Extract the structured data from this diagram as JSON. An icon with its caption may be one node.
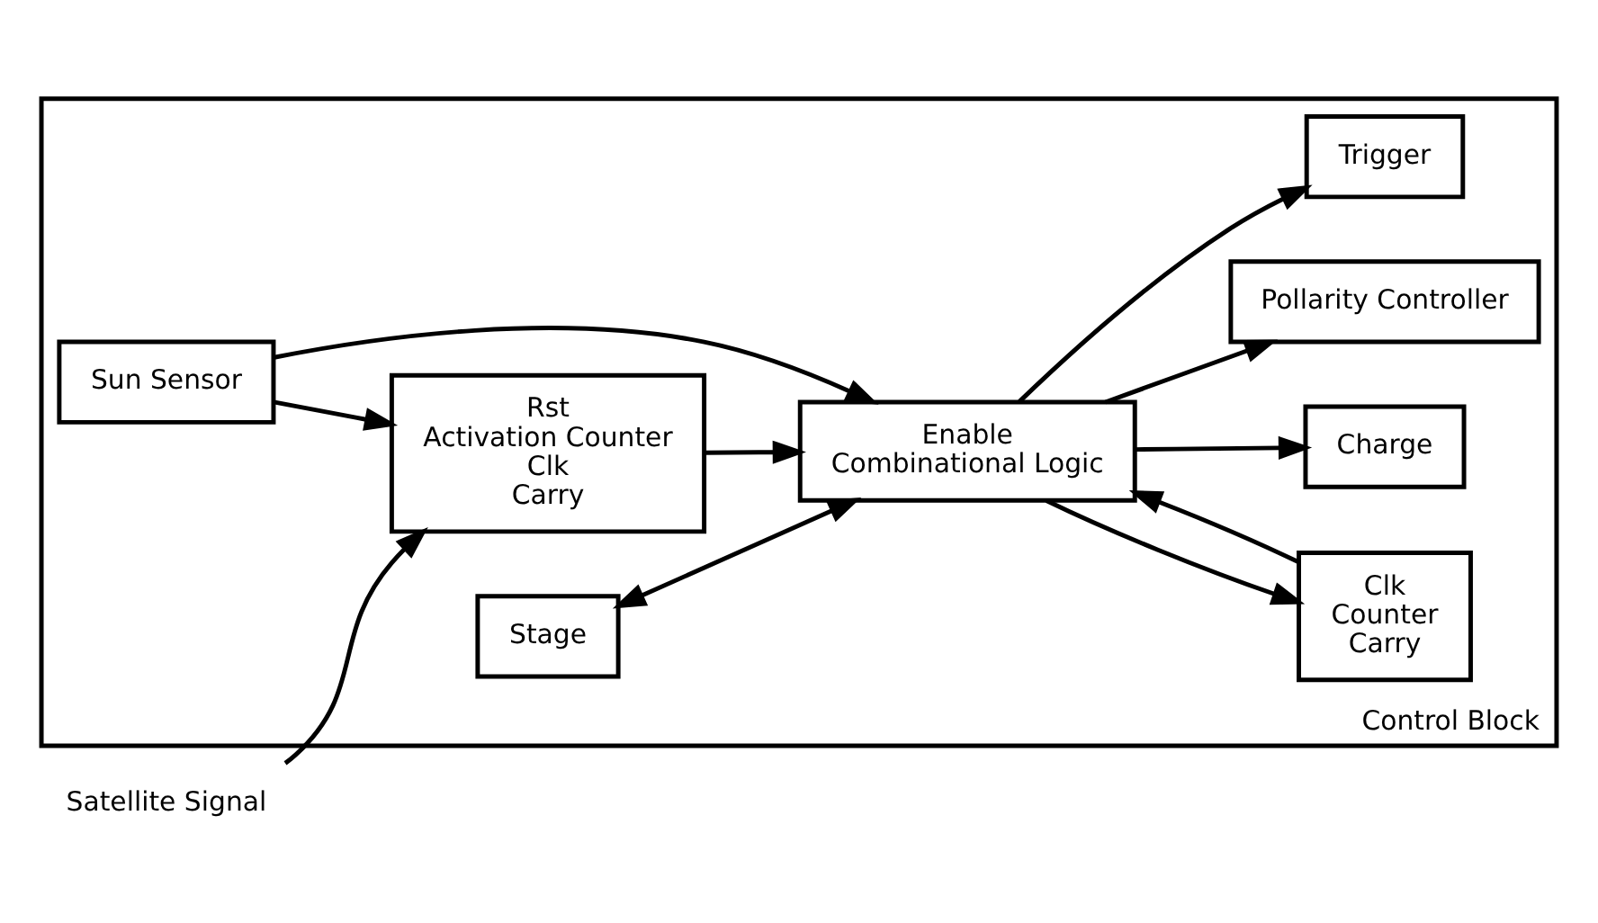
{
  "diagram": {
    "nodes": [
      {
        "text": [
          "Control Block"
        ]
      },
      {
        "text": [
          "Satellite Signal"
        ]
      },
      {
        "text": [
          "Rst",
          "Activation Counter",
          "Clk",
          "Carry"
        ],
        "in": 0
      },
      {
        "text": [
          "Sun Sensor"
        ],
        "in": 0
      },
      {
        "text": [
          "Stage"
        ],
        "in": 0
      },
      {
        "text": [
          "Clk",
          "Counter",
          "Carry"
        ],
        "in": 0
      },
      {
        "text": [
          "Enable",
          "Combinational Logic"
        ],
        "in": 0
      },
      {
        "text": [
          "Charge"
        ],
        "in": 0
      },
      {
        "text": [
          "Pollarity Controller"
        ],
        "in": 0
      },
      {
        "text": [
          "Trigger"
        ],
        "in": 0
      }
    ],
    "edges": [
      {
        "from": 1,
        "to": 2,
        "arrow": "to"
      },
      {
        "from": 3,
        "to": 2,
        "arrow": "to"
      },
      {
        "from": 2,
        "to": 6,
        "arrow": "to"
      },
      {
        "from": 3,
        "to": 6,
        "arrow": "to"
      },
      {
        "from": 6,
        "to": 7,
        "arrow": "to"
      },
      {
        "from": 4,
        "to": 6,
        "arrow": "both"
      },
      {
        "from": 6,
        "to": 8,
        "arrow": "to"
      },
      {
        "from": 6,
        "to": 5,
        "arrow": "to"
      },
      {
        "from": 5,
        "to": 6,
        "arrow": "to"
      },
      {
        "from": 6,
        "to": 9,
        "arrow": "to"
      }
    ]
  }
}
